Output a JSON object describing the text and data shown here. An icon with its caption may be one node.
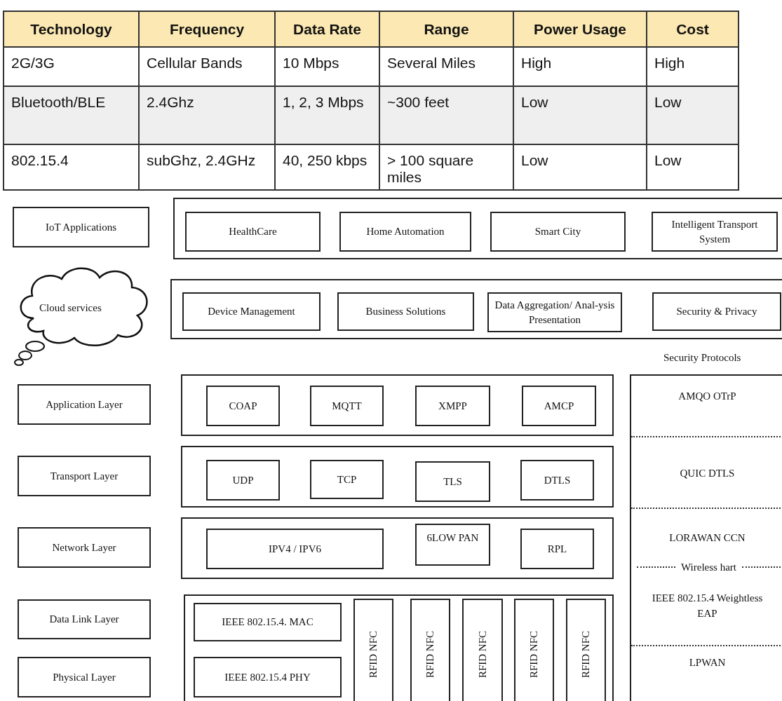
{
  "diagram": {
    "nodes": [
      {
        "text": [
          "IoT Applications"
        ]
      },
      {
        "text": [],
        "shape": "box"
      },
      {
        "text": [
          "HealthCare"
        ],
        "in": 1
      },
      {
        "text": [
          "Home Automation"
        ],
        "in": 1
      },
      {
        "text": [
          "Smart City"
        ],
        "in": 1
      },
      {
        "text": [
          "Intelligent Transport System"
        ],
        "in": 1
      },
      {
        "text": [
          "Cloud services"
        ]
      },
      {
        "text": [],
        "shape": "box"
      },
      {
        "text": [
          "Device Management"
        ],
        "in": 7
      },
      {
        "text": [
          "Business Solutions"
        ],
        "in": 7
      },
      {
        "text": [
          "Data Aggregation/ Anal-ysis Presentation"
        ],
        "in": 7
      },
      {
        "text": [
          "Security & Privacy"
        ],
        "in": 7
      },
      {
        "text": [
          "Security Protocols",
          "AMQO OTrP",
          "QUIC DTLS",
          "LORAWAN CCN",
          "Wireless hart",
          "IEEE 802.15.4 Weightless EAP",
          "LPWAN"
        ]
      },
      {
        "text": [
          "Application Layer"
        ]
      },
      {
        "text": [],
        "shape": "box"
      },
      {
        "text": [
          "COAP"
        ],
        "in": 14
      },
      {
        "text": [
          "MQTT"
        ],
        "in": 14
      },
      {
        "text": [
          "XMPP"
        ],
        "in": 14
      },
      {
        "text": [
          "AMCP"
        ],
        "in": 14
      },
      {
        "text": [
          "Transport Layer"
        ]
      },
      {
        "text": [],
        "shape": "box"
      },
      {
        "text": [
          "UDP"
        ],
        "in": 20
      },
      {
        "text": [
          "TCP"
        ],
        "in": 20
      },
      {
        "text": [
          "TLS"
        ],
        "in": 20
      },
      {
        "text": [
          "DTLS"
        ],
        "in": 20
      },
      {
        "text": [
          "Network Layer"
        ]
      },
      {
        "text": [],
        "shape": "box"
      },
      {
        "text": [
          "IPV4 / IPV6"
        ],
        "in": 26
      },
      {
        "text": [
          "6LOW PAN"
        ],
        "in": 26
      },
      {
        "text": [
          "RPL"
        ],
        "in": 26
      },
      {
        "text": [
          "Data Link Layer"
        ]
      },
      {
        "text": [
          "Physical Layer"
        ]
      },
      {
        "text": [],
        "shape": "box"
      },
      {
        "text": [
          "IEEE 802.15.4. MAC"
        ],
        "in": 32
      },
      {
        "text": [
          "IEEE 802.15.4 PHY"
        ],
        "in": 32
      },
      {
        "text": [
          "RFID NFC"
        ],
        "in": 32
      },
      {
        "text": [
          "RFID NFC"
        ],
        "in": 32
      },
      {
        "text": [
          "RFID NFC"
        ],
        "in": 32
      },
      {
        "text": [
          "RFID NFC"
        ],
        "in": 32
      },
      {
        "text": [
          "RFID NFC"
        ],
        "in": 32
      }
    ],
    "labels": [
      "Technology",
      "Frequency",
      "Data Rate",
      "Range",
      "Power Usage",
      "Cost",
      "2G/3G",
      "Cellular Bands",
      "10 Mbps",
      "Several Miles",
      "High",
      "High",
      "Bluetooth/BLE",
      "2.4Ghz",
      "1, 2, 3 Mbps",
      "~300 feet",
      "Low",
      "Low",
      "802.15.4",
      "subGhz, 2.4GHz",
      "40, 250 kbps",
      "> 100 square miles",
      "Low",
      "Low"
    ]
  }
}
